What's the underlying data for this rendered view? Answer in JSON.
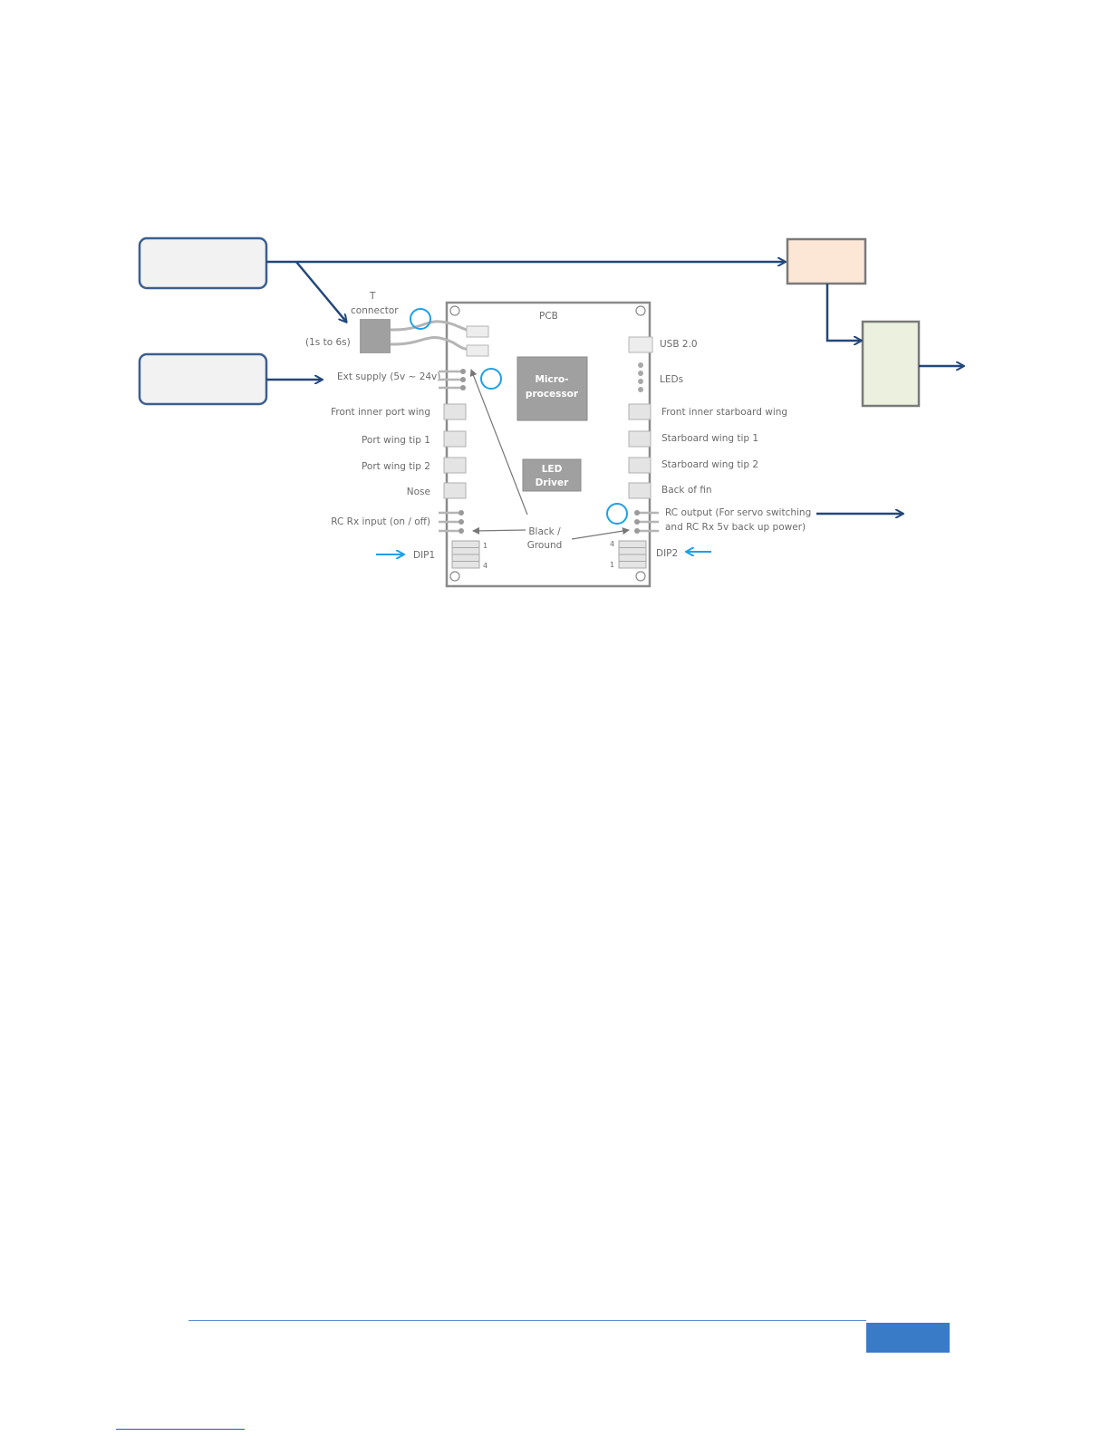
{
  "pcb": {
    "title": "PCB",
    "t_connector_line1": "T",
    "t_connector_line2": "connector",
    "battery_range": "(1s to 6s)",
    "ext_supply": "Ext supply (5v ~ 24v)",
    "microprocessor_line1": "Micro-",
    "microprocessor_line2": "processor",
    "led_driver_line1": "LED",
    "led_driver_line2": "Driver",
    "usb": "USB 2.0",
    "leds": "LEDs",
    "left_ports": [
      "Front inner port wing",
      "Port wing tip 1",
      "Port wing tip 2",
      "Nose"
    ],
    "right_ports": [
      "Front inner starboard wing",
      "Starboard wing tip 1",
      "Starboard wing tip 2",
      "Back of fin"
    ],
    "rc_input": "RC Rx input (on / off)",
    "rc_output_line1": "RC output (For servo switching",
    "rc_output_line2": "and RC Rx 5v back up power)",
    "ground_line1": "Black /",
    "ground_line2": "Ground",
    "dip1": "DIP1",
    "dip2": "DIP2",
    "dip1_top": "1",
    "dip1_bottom": "4",
    "dip2_top": "4",
    "dip2_bottom": "1"
  },
  "colors": {
    "arrow": "#24477a",
    "accent_blue": "#1ea0e6",
    "box_fill": "#f2f2f2",
    "box_stroke": "#3c5f8f",
    "peach": "#fce6d6",
    "green": "#ebf1de",
    "footer": "#3a7bc8"
  }
}
